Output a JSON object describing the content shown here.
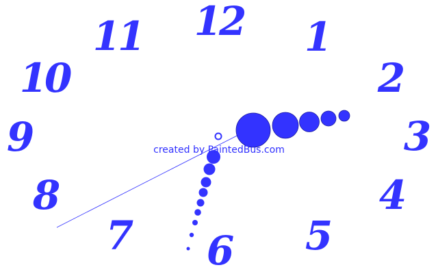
{
  "clock": {
    "color": "#3333ff",
    "numerals": {
      "n12": "12",
      "n1": "1",
      "n2": "2",
      "n3": "3",
      "n4": "4",
      "n5": "5",
      "n6": "6",
      "n7": "7",
      "n8": "8",
      "n9": "9",
      "n10": "10",
      "n11": "11"
    },
    "credit": "created by PaintedBus.com"
  }
}
